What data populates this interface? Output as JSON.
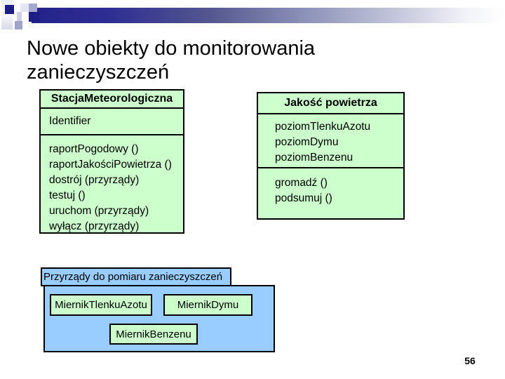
{
  "slide": {
    "title": {
      "line1": "Nowe obiekty do monitorowania",
      "line2": "zanieczyszczeń"
    },
    "page_number": "56"
  },
  "colors": {
    "class_fill": "#CCFFCC",
    "package_fill": "#99CCFF",
    "border": "#000000",
    "banner_navy": "#23238B",
    "background": "#FFFFFF"
  },
  "diagram": {
    "classes": [
      {
        "name": "StacjaMeteorologiczna",
        "attributes": [
          "Identifier"
        ],
        "methods": [
          "raportPogodowy ()",
          "raportJakościPowietrza ()",
          "dostrój (przyrządy)",
          "testuj ()",
          "uruchom (przyrządy)",
          "wyłącz (przyrządy)"
        ]
      },
      {
        "name": "Jakość powietrza",
        "attributes": [
          "poziomTlenkuAzotu",
          "poziomDymu",
          "poziomBenzenu"
        ],
        "methods": [
          "gromadź ()",
          "podsumuj ()"
        ]
      }
    ],
    "package": {
      "label": "Przyrządy do pomiaru zanieczyszczeń",
      "instruments": [
        "MiernikTlenkuAzotu",
        "MiernikDymu",
        "MiernikBenzenu"
      ]
    }
  }
}
